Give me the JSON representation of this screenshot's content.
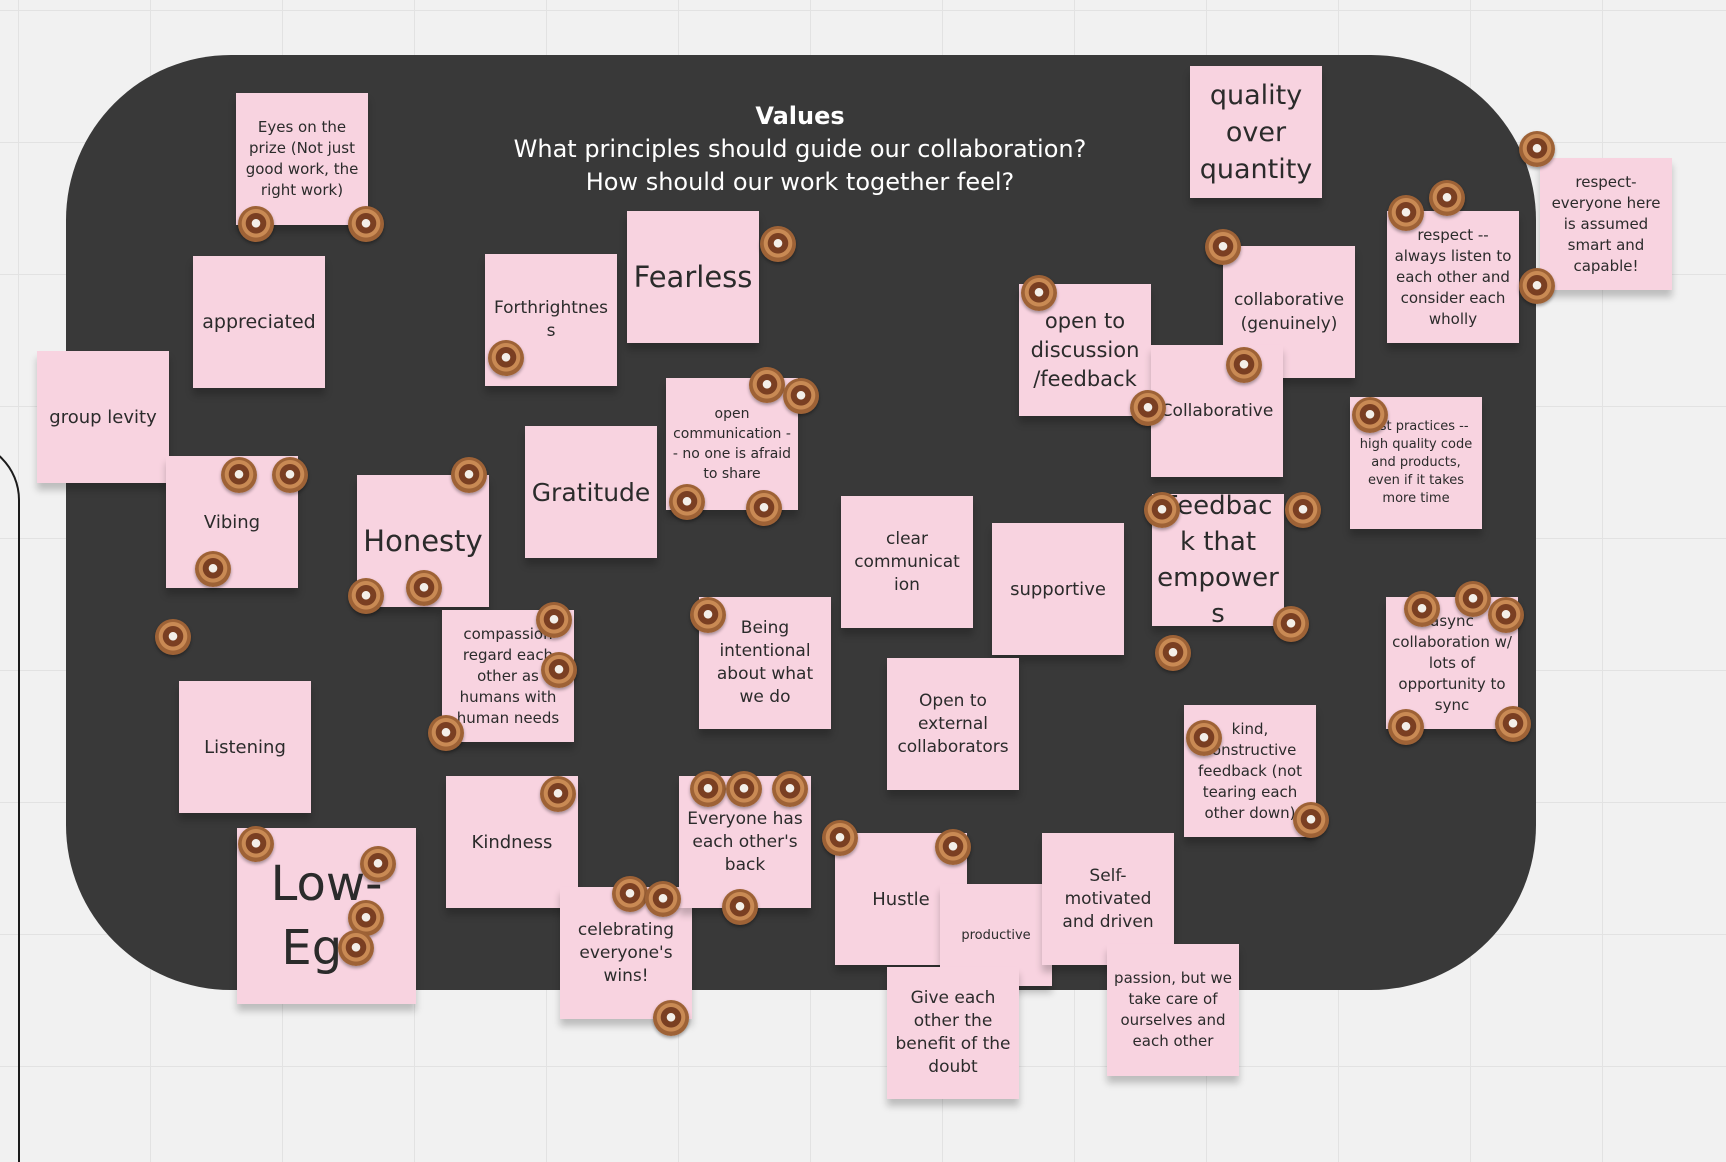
{
  "board": {
    "title": "Values",
    "subtitle_line1": "What principles should guide our collaboration?",
    "subtitle_line2": "How should our work together feel?"
  },
  "notes": {
    "eyes_on_prize": "Eyes on the prize (Not just good work, the right work)",
    "appreciated": "appreciated",
    "group_levity": "group levity",
    "vibing": "Vibing",
    "honesty": "Honesty",
    "forthrightness": "Forthrightness",
    "fearless": "Fearless",
    "gratitude": "Gratitude",
    "open_communication": "open communication -- no one is afraid to share",
    "compassion": "compassion regard each other as humans with human needs",
    "listening": "Listening",
    "low_ego": "Low-Ego",
    "kindness": "Kindness",
    "celebrating": "celebrating everyone's wins!",
    "everyone_back": "Everyone has each other's back",
    "being_intentional": "Being intentional about what we do",
    "clear_communication": "clear communication",
    "supportive": "supportive",
    "open_external": "Open to external collaborators",
    "hustle": "Hustle",
    "productive": "productive",
    "give_benefit": "Give each other the benefit of the doubt",
    "self_motivated": "Self-motivated and driven",
    "passion": "passion, but we take care of ourselves and each other",
    "quality": "quality over quantity",
    "open_discussion": "open to discussion /feedback",
    "collaborative_genuinely": "collaborative (genuinely)",
    "collaborative": "Collaborative",
    "feedback_empowers": "Feedback that empowers",
    "kind_constructive": "kind, constructive feedback (not tearing each other down)",
    "best_practices": "best practices -- high quality code and products, even if it takes more time",
    "respect_listen": "respect -- always listen to each other and consider each wholly",
    "respect_smart": "respect- everyone here is assumed smart and capable!",
    "async": "async collaboration w/ lots of opportunity to sync"
  },
  "sticker": {
    "icon": "donut-icon"
  },
  "colors": {
    "board": "#393939",
    "note": "#f8d3e0",
    "canvas": "#f1f1f1"
  }
}
